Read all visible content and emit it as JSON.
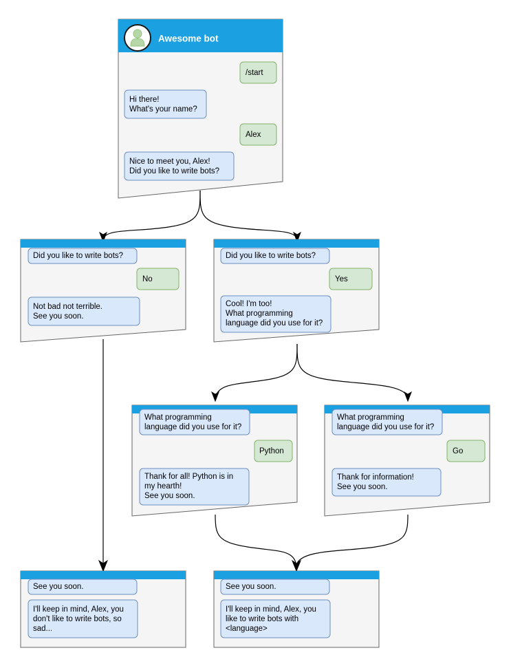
{
  "diagram": {
    "title": "Awesome bot conversation flow",
    "colors": {
      "header_blue": "#1ba1e2",
      "node_background": "#f5f5f5",
      "node_border": "#666666",
      "bot_bubble_fill": "#dae8fc",
      "bot_bubble_border": "#6c8ebf",
      "user_bubble_fill": "#d5e8d4",
      "user_bubble_border": "#82b366",
      "edge": "#000000",
      "avatar_fill": "#b6d7a8"
    }
  },
  "nodes": [
    {
      "id": "root",
      "name": "root-chat-window",
      "title": "Awesome bot",
      "has_title_bar": true,
      "has_avatar": true,
      "messages": [
        {
          "side": "user",
          "lines": [
            "/start"
          ]
        },
        {
          "side": "bot",
          "lines": [
            "Hi there!",
            "What's your name?"
          ]
        },
        {
          "side": "user",
          "lines": [
            "Alex"
          ]
        },
        {
          "side": "bot",
          "lines": [
            "Nice to meet you, Alex!",
            "Did you like to write bots?"
          ]
        }
      ]
    },
    {
      "id": "no-branch",
      "name": "no-branch-chat-window",
      "title": "",
      "has_title_bar": false,
      "has_avatar": false,
      "messages": [
        {
          "side": "bot",
          "lines": [
            "Did you like to write bots?"
          ]
        },
        {
          "side": "user",
          "lines": [
            "No"
          ]
        },
        {
          "side": "bot",
          "lines": [
            "Not bad not terrible.",
            "See you soon."
          ]
        }
      ]
    },
    {
      "id": "yes-branch",
      "name": "yes-branch-chat-window",
      "title": "",
      "has_title_bar": false,
      "has_avatar": false,
      "messages": [
        {
          "side": "bot",
          "lines": [
            "Did you like to write bots?"
          ]
        },
        {
          "side": "user",
          "lines": [
            "Yes"
          ]
        },
        {
          "side": "bot",
          "lines": [
            "Cool! I'm too!",
            "What programming",
            "language did you use for it?"
          ]
        }
      ]
    },
    {
      "id": "python-branch",
      "name": "python-branch-chat-window",
      "title": "",
      "has_title_bar": false,
      "has_avatar": false,
      "messages": [
        {
          "side": "bot",
          "lines": [
            "What programming",
            "language did you use for it?"
          ]
        },
        {
          "side": "user",
          "lines": [
            "Python"
          ]
        },
        {
          "side": "bot",
          "lines": [
            "Thank for all! Python is in",
            "my hearth!",
            "See you soon."
          ]
        }
      ]
    },
    {
      "id": "go-branch",
      "name": "go-branch-chat-window",
      "title": "",
      "has_title_bar": false,
      "has_avatar": false,
      "messages": [
        {
          "side": "bot",
          "lines": [
            "What programming",
            "language did you use for it?"
          ]
        },
        {
          "side": "user",
          "lines": [
            "Go"
          ]
        },
        {
          "side": "bot",
          "lines": [
            "Thank for information!",
            "See you soon."
          ]
        }
      ]
    },
    {
      "id": "end-sad",
      "name": "end-sad-chat-window",
      "title": "",
      "has_title_bar": false,
      "has_avatar": false,
      "messages": [
        {
          "side": "bot",
          "lines": [
            "See you soon."
          ]
        },
        {
          "side": "bot",
          "lines": [
            "I'll keep in mind, Alex, you",
            "don't like to write bots, so",
            "sad..."
          ]
        }
      ]
    },
    {
      "id": "end-happy",
      "name": "end-happy-chat-window",
      "title": "",
      "has_title_bar": false,
      "has_avatar": false,
      "messages": [
        {
          "side": "bot",
          "lines": [
            "See you soon."
          ]
        },
        {
          "side": "bot",
          "lines": [
            "I'll keep in mind, Alex, you",
            "like to write bots with",
            "<language>"
          ]
        }
      ]
    }
  ],
  "edges": [
    {
      "from": "root",
      "to": "no-branch",
      "name": "edge-root-to-no"
    },
    {
      "from": "root",
      "to": "yes-branch",
      "name": "edge-root-to-yes"
    },
    {
      "from": "yes-branch",
      "to": "python-branch",
      "name": "edge-yes-to-python"
    },
    {
      "from": "yes-branch",
      "to": "go-branch",
      "name": "edge-yes-to-go"
    },
    {
      "from": "no-branch",
      "to": "end-sad",
      "name": "edge-no-to-end-sad"
    },
    {
      "from": "python-branch",
      "to": "end-happy",
      "name": "edge-python-to-end-happy"
    },
    {
      "from": "go-branch",
      "to": "end-happy",
      "name": "edge-go-to-end-happy"
    }
  ],
  "labels": {
    "root_title": "Awesome bot",
    "m_start": "/start",
    "m_hi_1": "Hi there!",
    "m_hi_2": "What's your name?",
    "m_alex": "Alex",
    "m_nice_1": "Nice to meet you, Alex!",
    "m_nice_2": "Did you like to write bots?",
    "m_q_bots": "Did you like to write bots?",
    "m_no": "No",
    "m_notbad_1": "Not bad not terrible.",
    "m_notbad_2": "See you soon.",
    "m_yes": "Yes",
    "m_cool_1": "Cool! I'm too!",
    "m_cool_2": "What programming",
    "m_cool_3": "language did you use for it?",
    "m_whatprog_1": "What programming",
    "m_whatprog_2": "language did you use for it?",
    "m_python": "Python",
    "m_thanks_py_1": "Thank for all! Python is in",
    "m_thanks_py_2": "my hearth!",
    "m_thanks_py_3": "See you soon.",
    "m_go": "Go",
    "m_thanks_go_1": "Thank for information!",
    "m_thanks_go_2": "See you soon.",
    "m_seeyou": "See you soon.",
    "m_sad_1": "I'll keep in mind, Alex, you",
    "m_sad_2": "don't like to write bots, so",
    "m_sad_3": "sad...",
    "m_happy_1": "I'll keep in mind, Alex, you",
    "m_happy_2": "like to write bots with",
    "m_happy_3": "<language>"
  }
}
